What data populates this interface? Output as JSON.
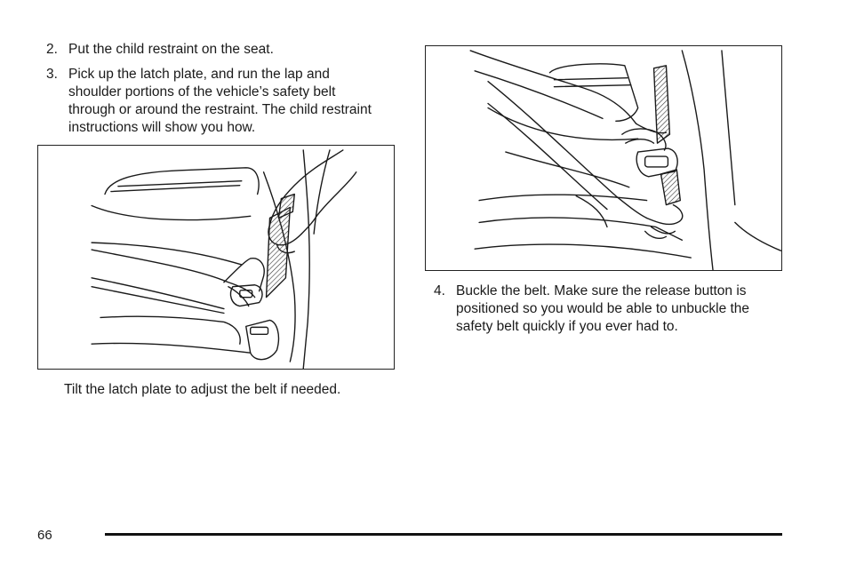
{
  "steps": [
    {
      "number": "2.",
      "text": "Put the child restraint on the seat."
    },
    {
      "number": "3.",
      "text": "Pick up the latch plate, and run the lap and shoulder portions of the vehicle’s safety belt through or around the restraint. The child restraint instructions will show you how."
    },
    {
      "number": "4.",
      "text": "Buckle the belt. Make sure the release button is positioned so you would be able to unbuckle the safety belt quickly if you ever had to."
    }
  ],
  "figure_left": {
    "caption": "Tilt the latch plate to adjust the belt if needed."
  },
  "footer": {
    "page_number": "66"
  }
}
